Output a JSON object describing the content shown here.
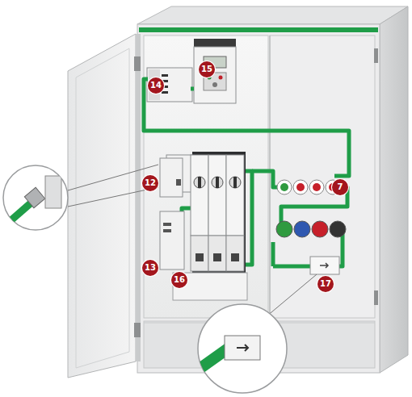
{
  "diagram": {
    "labels": [
      "14",
      "15",
      "12",
      "7",
      "13",
      "16",
      "17"
    ]
  }
}
